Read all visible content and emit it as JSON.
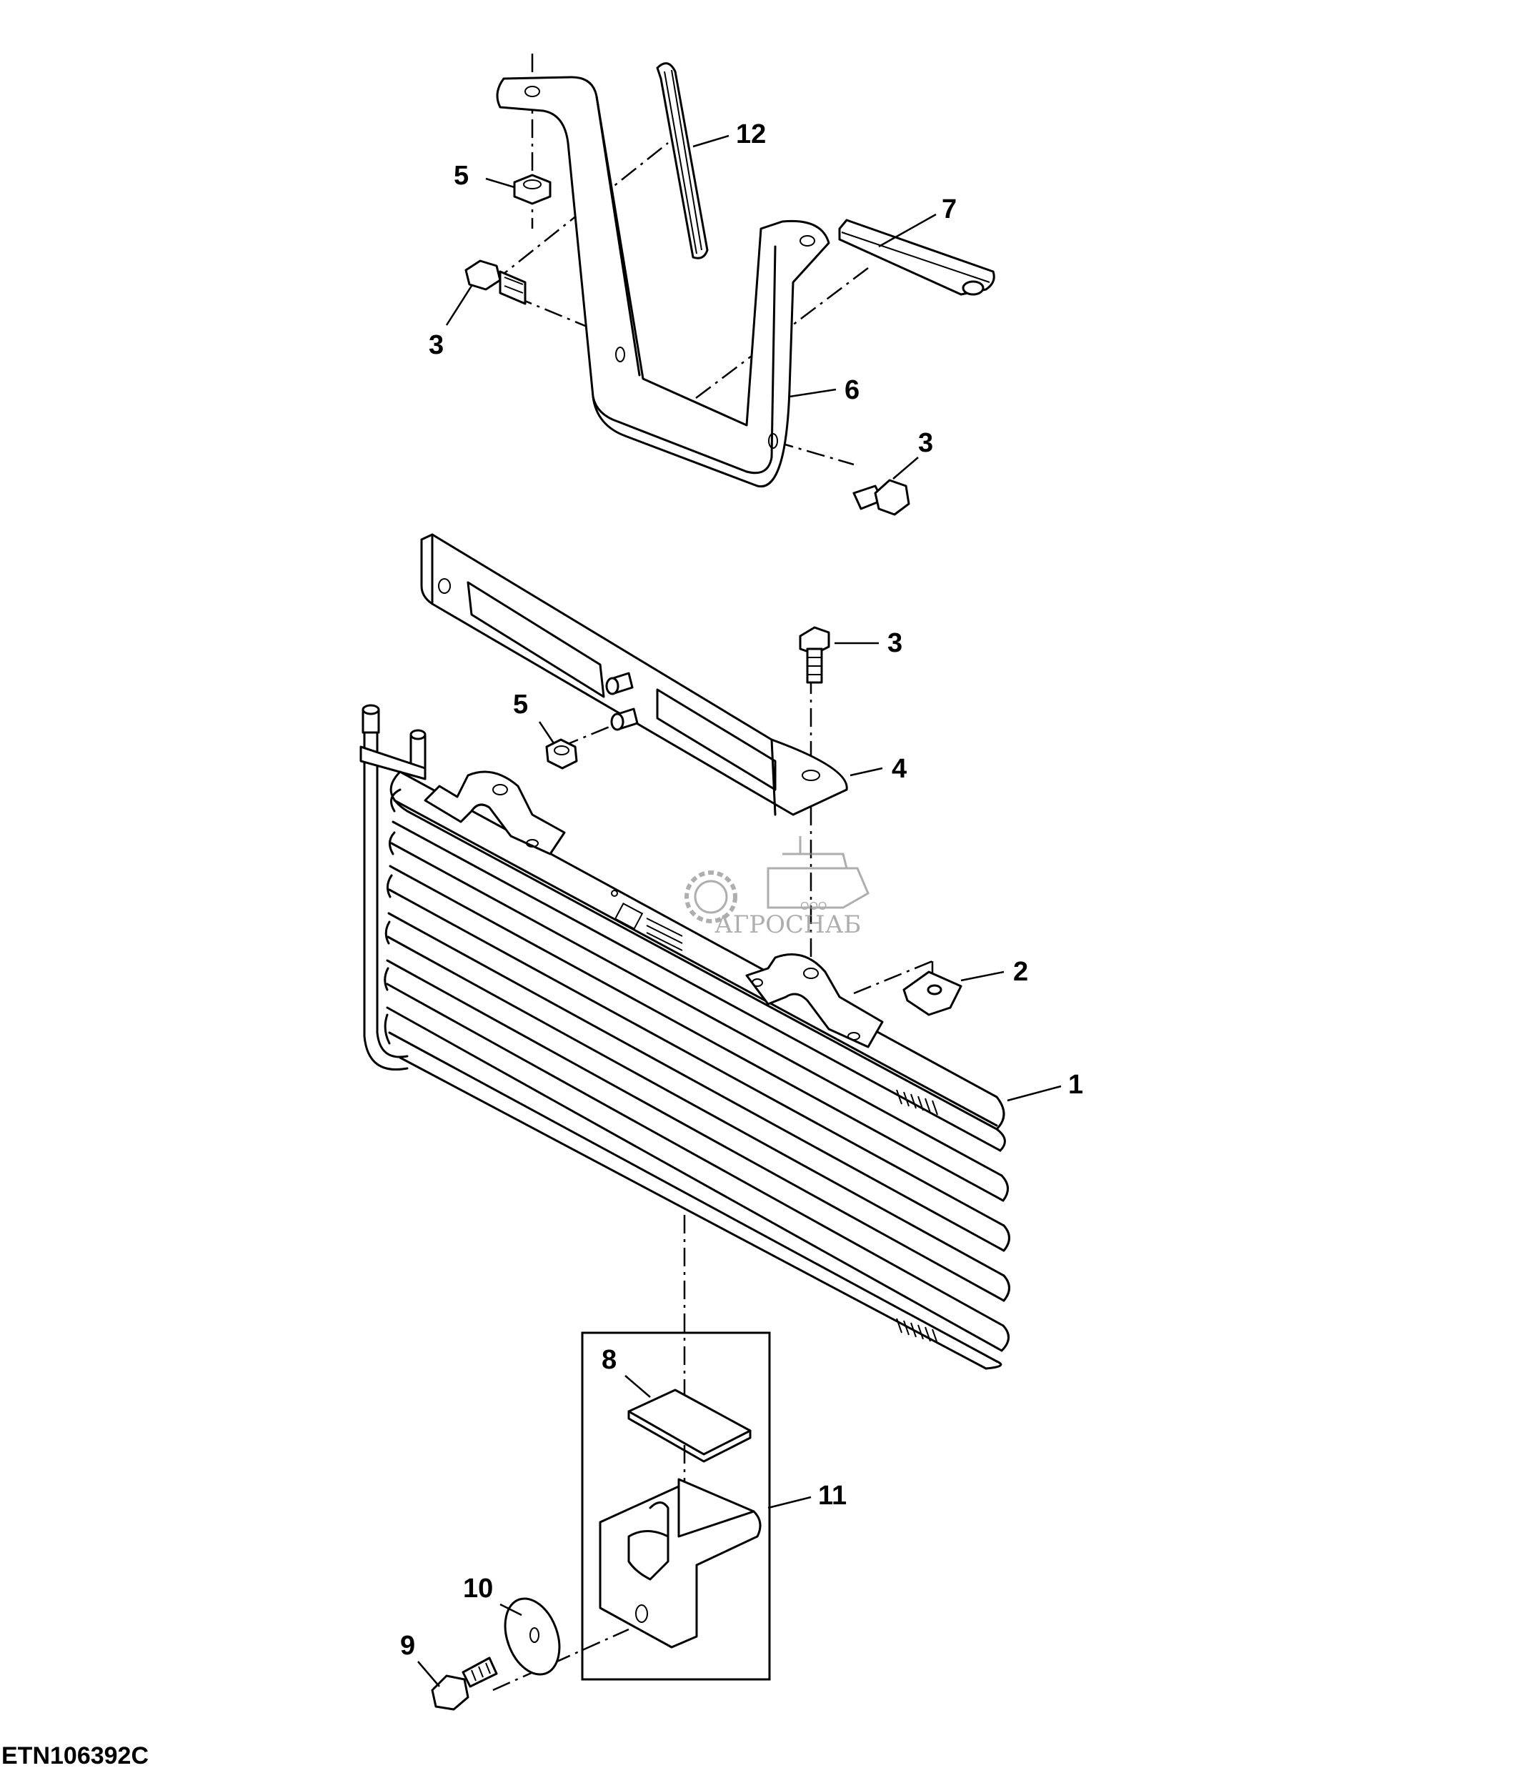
{
  "figure_id": "ETN106392C",
  "callouts": {
    "c1": "1",
    "c2": "2",
    "c3a": "3",
    "c3b": "3",
    "c3c": "3",
    "c4": "4",
    "c5a": "5",
    "c5b": "5",
    "c6": "6",
    "c7": "7",
    "c8": "8",
    "c9": "9",
    "c10": "10",
    "c11": "11",
    "c12": "12"
  },
  "watermark": {
    "brand": "АГРОСНАБ",
    "prefix": "ООО"
  },
  "colors": {
    "line": "#000000",
    "background": "#ffffff",
    "watermark": "#8c8c8c"
  }
}
